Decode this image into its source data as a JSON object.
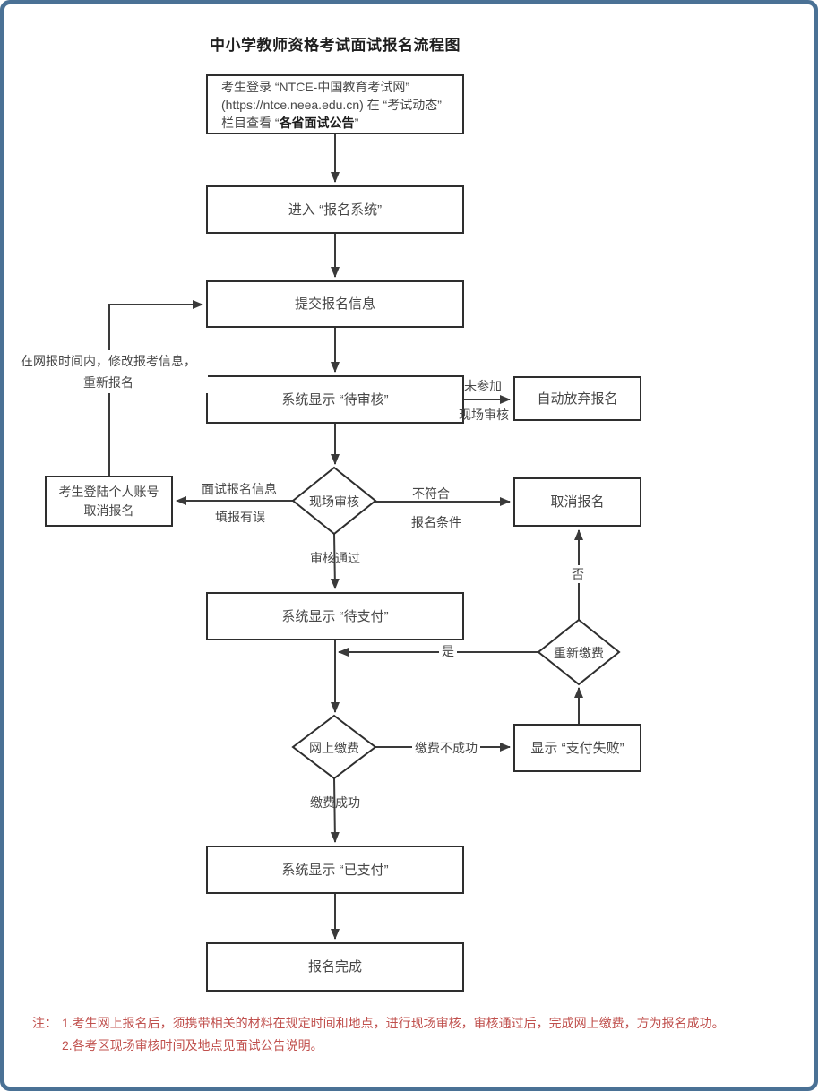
{
  "colors": {
    "frame": "#4a7195",
    "line": "#3a3a3a",
    "node-border": "#2e2e2e",
    "text": "#474747",
    "title-text": "#1f1f1f",
    "note-red": "#c0504d"
  },
  "title": "中小学教师资格考试面试报名流程图",
  "nodes": {
    "login": {
      "prefix": "考生登录 “NTCE-中国教育考试网” (https://ntce.neea.edu.cn) 在 “考试动态” 栏目查看 “",
      "highlight": "各省面试公告",
      "suffix": "”"
    },
    "enter_system": {
      "label": "进入 “报名系统”"
    },
    "submit_info": {
      "label": "提交报名信息"
    },
    "pending_review": {
      "label": "系统显示 “待审核”"
    },
    "auto_abandon": {
      "label": "自动放弃报名"
    },
    "cancel_via_account": {
      "line1": "考生登陆个人账号",
      "line2": "取消报名"
    },
    "onsite_review": {
      "label": "现场审核"
    },
    "cancel_registration": {
      "label": "取消报名"
    },
    "pending_payment": {
      "label": "系统显示 “待支付”"
    },
    "repay": {
      "label": "重新缴费"
    },
    "online_payment": {
      "label": "网上缴费"
    },
    "payment_failed": {
      "label": "显示 “支付失败”"
    },
    "paid": {
      "label": "系统显示 “已支付”"
    },
    "complete": {
      "label": "报名完成"
    }
  },
  "edge_labels": {
    "not_attend_1": "未参加",
    "not_attend_2": "现场审核",
    "info_error_1": "面试报名信息",
    "info_error_2": "填报有误",
    "not_qualified_1": "不符合",
    "not_qualified_2": "报名条件",
    "review_passed": "审核通过",
    "yes": "是",
    "no": "否",
    "pay_fail": "缴费不成功",
    "pay_success": "缴费成功",
    "modify_1": "在网报时间内，修改报考信息，",
    "modify_2": "重新报名"
  },
  "notes": {
    "prefix": "注：",
    "item1": "1.考生网上报名后，须携带相关的材料在规定时间和地点，进行现场审核，审核通过后，完成网上缴费，方为报名成功。",
    "item2": "2.各考区现场审核时间及地点见面试公告说明。"
  }
}
